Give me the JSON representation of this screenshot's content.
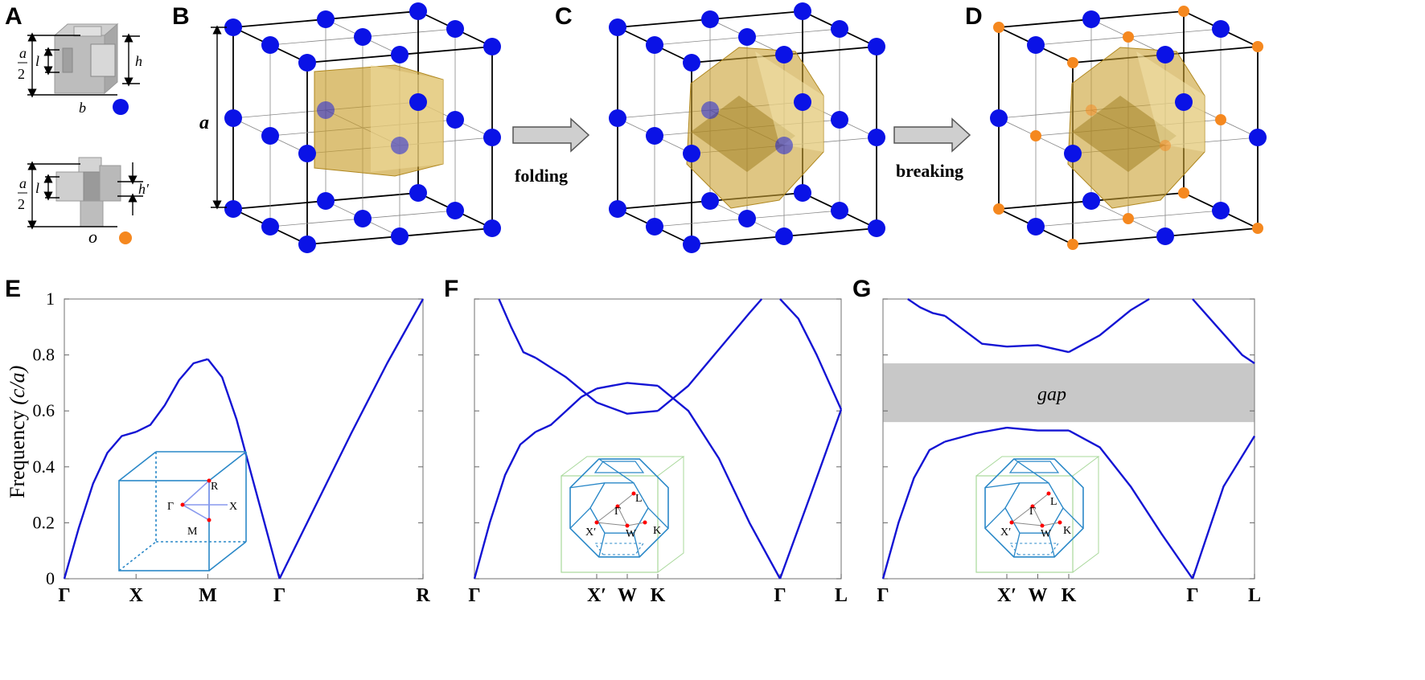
{
  "panels": {
    "A": "A",
    "B": "B",
    "C": "C",
    "D": "D",
    "E": "E",
    "F": "F",
    "G": "G"
  },
  "unitcell": {
    "dim_a": "a",
    "dim_2": "2",
    "dim_l": "l",
    "dim_h": "h",
    "dim_hp": "h′",
    "label_b": "b",
    "label_o": "o"
  },
  "lattice": {
    "a_label": "a",
    "atom_b_color": "#0a12e6",
    "atom_o_color": "#f5881f",
    "bz_color": "#c9a030"
  },
  "arrows": {
    "folding": "folding",
    "breaking": "breaking"
  },
  "axes": {
    "ylabel": "Frequency",
    "ylabel_unit": "(c/a)",
    "yticks": [
      "0",
      "0.2",
      "0.4",
      "0.6",
      "0.8",
      "1"
    ]
  },
  "insets": {
    "E": {
      "R": "R",
      "G": "Γ",
      "X": "X",
      "M": "M"
    },
    "F": {
      "L": "L",
      "G": "Γ",
      "Xp": "X′",
      "W": "W",
      "K": "K"
    },
    "G": {
      "L": "L",
      "G": "Γ",
      "Xp": "X′",
      "W": "W",
      "K": "K"
    }
  },
  "gap_label": "gap",
  "chart_data": [
    {
      "type": "line",
      "panel": "E",
      "x_ticks": [
        "Γ",
        "X",
        "M",
        "Γ",
        "R"
      ],
      "ylabel": "Frequency (c/a)",
      "ylim": [
        0,
        1
      ],
      "series": [
        {
          "segments": [
            {
              "x": [
                0,
                0.2,
                0.4,
                0.6,
                0.8,
                1.0
              ],
              "y": [
                0,
                0.18,
                0.34,
                0.45,
                0.51,
                0.525
              ]
            },
            {
              "x": [
                1.0,
                1.2,
                1.4,
                1.6,
                1.8,
                2.0
              ],
              "y": [
                0.525,
                0.55,
                0.62,
                0.71,
                0.77,
                0.785
              ]
            },
            {
              "x": [
                2.0,
                2.2,
                2.4,
                2.6,
                2.8,
                3.0
              ],
              "y": [
                0.785,
                0.72,
                0.57,
                0.38,
                0.19,
                0
              ]
            },
            {
              "x": [
                3.0,
                3.5,
                4.0,
                4.5,
                5.0
              ],
              "y": [
                0,
                0.26,
                0.52,
                0.77,
                1.0
              ]
            }
          ]
        }
      ]
    },
    {
      "type": "line",
      "panel": "F",
      "x_ticks": [
        "Γ",
        "X′",
        "W",
        "K",
        "Γ",
        "L"
      ],
      "ylabel": "",
      "ylim": [
        0,
        1
      ],
      "series": [
        {
          "segments": [
            {
              "x": [
                0,
                0.25,
                0.5,
                0.75,
                1.0
              ],
              "y": [
                0,
                0.2,
                0.37,
                0.48,
                0.525
              ]
            },
            {
              "x": [
                1.0,
                1.25,
                1.5,
                1.75,
                2.0
              ],
              "y": [
                0.525,
                0.55,
                0.6,
                0.65,
                0.68
              ]
            },
            {
              "x": [
                2.0,
                2.5,
                3.0
              ],
              "y": [
                0.68,
                0.7,
                0.69
              ]
            },
            {
              "x": [
                3.0,
                3.5,
                4.0,
                4.5,
                5.0
              ],
              "y": [
                0.69,
                0.6,
                0.43,
                0.2,
                0
              ]
            },
            {
              "x": [
                5.0,
                5.5,
                6.0
              ],
              "y": [
                0,
                0.3,
                0.605
              ]
            }
          ]
        },
        {
          "segments": [
            {
              "x": [
                0.4,
                0.6,
                0.8,
                1.0
              ],
              "y": [
                1.0,
                0.9,
                0.81,
                0.79
              ]
            },
            {
              "x": [
                1.0,
                1.5,
                2.0
              ],
              "y": [
                0.79,
                0.72,
                0.63
              ]
            },
            {
              "x": [
                2.0,
                2.5,
                3.0
              ],
              "y": [
                0.63,
                0.59,
                0.6
              ]
            },
            {
              "x": [
                3.0,
                3.5,
                4.0,
                4.5,
                4.7
              ],
              "y": [
                0.6,
                0.69,
                0.82,
                0.95,
                1.0
              ]
            },
            {
              "x": [
                5.0,
                5.3,
                5.6,
                6.0
              ],
              "y": [
                1.0,
                0.93,
                0.8,
                0.605
              ]
            }
          ]
        }
      ]
    },
    {
      "type": "line",
      "panel": "G",
      "x_ticks": [
        "Γ",
        "X′",
        "W",
        "K",
        "Γ",
        "L"
      ],
      "ylabel": "",
      "ylim": [
        0,
        1
      ],
      "gap": [
        0.56,
        0.77
      ],
      "series": [
        {
          "segments": [
            {
              "x": [
                0,
                0.25,
                0.5,
                0.75,
                1.0
              ],
              "y": [
                0,
                0.2,
                0.36,
                0.46,
                0.49
              ]
            },
            {
              "x": [
                1.0,
                1.5,
                2.0
              ],
              "y": [
                0.49,
                0.52,
                0.54
              ]
            },
            {
              "x": [
                2.0,
                2.5,
                3.0
              ],
              "y": [
                0.54,
                0.53,
                0.53
              ]
            },
            {
              "x": [
                3.0,
                3.5,
                4.0,
                4.5,
                5.0
              ],
              "y": [
                0.53,
                0.47,
                0.33,
                0.16,
                0
              ]
            },
            {
              "x": [
                5.0,
                5.5,
                6.0
              ],
              "y": [
                0,
                0.33,
                0.51
              ]
            }
          ]
        },
        {
          "segments": [
            {
              "x": [
                0.4,
                0.6,
                0.8,
                1.0
              ],
              "y": [
                1.0,
                0.97,
                0.95,
                0.94
              ]
            },
            {
              "x": [
                1.0,
                1.3,
                1.6,
                2.0
              ],
              "y": [
                0.94,
                0.89,
                0.84,
                0.83
              ]
            },
            {
              "x": [
                2.0,
                2.5,
                3.0
              ],
              "y": [
                0.83,
                0.835,
                0.81
              ]
            },
            {
              "x": [
                3.0,
                3.5,
                4.0,
                4.3
              ],
              "y": [
                0.81,
                0.87,
                0.96,
                1.0
              ]
            },
            {
              "x": [
                5.0,
                5.4,
                5.8,
                6.0
              ],
              "y": [
                1.0,
                0.9,
                0.8,
                0.77
              ]
            }
          ]
        }
      ]
    }
  ]
}
